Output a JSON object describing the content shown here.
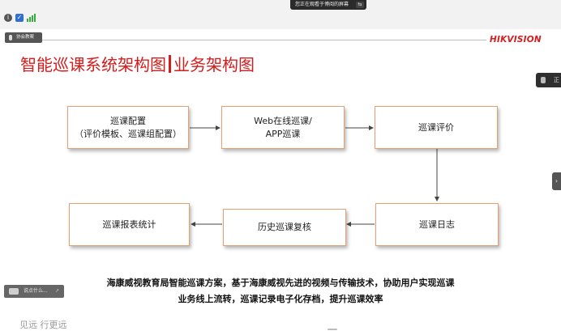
{
  "toolbar": {
    "share_banner": "您正在观看于博阅的屏幕",
    "exit_glyph": "⇆"
  },
  "speaker": {
    "label": "协会教案"
  },
  "brand": {
    "logo": "HIKVISION"
  },
  "slide": {
    "title_part1": "智能巡课系统架构图",
    "title_part2": "业务架构图",
    "boxes": {
      "config_line1": "巡课配置",
      "config_line2": "（评价模板、巡课组配置）",
      "web_line1": "Web在线巡课/",
      "web_line2": "APP巡课",
      "eval": "巡课评价",
      "log": "巡课日志",
      "review": "历史巡课复核",
      "report": "巡课报表统计"
    },
    "caption_line1": "海康威视教育局智能巡课方案，基于海康威视先进的视频与传输技术，协助用户实现巡课",
    "caption_line2": "业务线上流转，巡课记录电子化存档，提升巡课效率"
  },
  "side_chip": {
    "label": "正"
  },
  "side_tab": {
    "glyph": "›"
  },
  "chat": {
    "placeholder": "说点什么...",
    "arrow": "↗"
  },
  "footer": {
    "slogan": "见远 行更远"
  },
  "colors": {
    "brand_red": "#d41c1c",
    "box_border": "#e4a070"
  }
}
